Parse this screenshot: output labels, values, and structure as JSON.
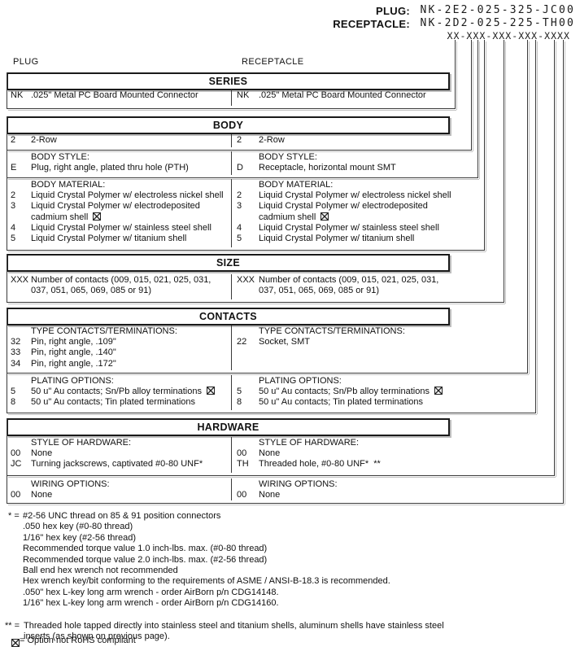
{
  "pn": {
    "plug_label": "PLUG:",
    "plug_value": "NK-2E2-025-325-JC00",
    "receptacle_label": "RECEPTACLE:",
    "receptacle_value": "NK-2D2-025-225-TH00",
    "mask": "XX-XXX-XXX-XXX-XXXX"
  },
  "cols": {
    "left": "PLUG",
    "right": "RECEPTACLE"
  },
  "sections": [
    {
      "title": "SERIES",
      "subsections": [
        {
          "left_rows": [
            {
              "code": "NK",
              "desc": [
                ".025\" Metal PC Board Mounted Connector"
              ]
            }
          ],
          "right_rows": [
            {
              "code": "NK",
              "desc": [
                ".025\" Metal PC Board Mounted Connector"
              ]
            }
          ]
        }
      ]
    },
    {
      "title": "BODY",
      "subsections": [
        {
          "left_rows": [
            {
              "code": "2",
              "desc": [
                "2-Row"
              ]
            }
          ],
          "right_rows": [
            {
              "code": "2",
              "desc": [
                "2-Row"
              ]
            }
          ]
        },
        {
          "label": "BODY STYLE:",
          "left_rows": [
            {
              "code": "E",
              "desc": [
                "Plug, right angle, plated thru hole (PTH)"
              ]
            }
          ],
          "right_rows": [
            {
              "code": "D",
              "desc": [
                "Receptacle, horizontal mount SMT"
              ]
            }
          ]
        },
        {
          "label": "BODY MATERIAL:",
          "left_rows": [
            {
              "code": "2",
              "desc": [
                "Liquid Crystal Polymer w/ electroless nickel shell"
              ]
            },
            {
              "code": "3",
              "desc": [
                "Liquid Crystal Polymer w/ electrodeposited",
                "cadmium shell"
              ],
              "not_rohs": true
            },
            {
              "code": "4",
              "desc": [
                "Liquid Crystal Polymer w/ stainless steel shell"
              ]
            },
            {
              "code": "5",
              "desc": [
                "Liquid Crystal Polymer w/ titanium shell"
              ]
            }
          ],
          "right_rows": [
            {
              "code": "2",
              "desc": [
                "Liquid Crystal Polymer w/ electroless nickel shell"
              ]
            },
            {
              "code": "3",
              "desc": [
                "Liquid Crystal Polymer w/ electrodeposited",
                "cadmium shell"
              ],
              "not_rohs": true
            },
            {
              "code": "4",
              "desc": [
                "Liquid Crystal Polymer w/ stainless steel shell"
              ]
            },
            {
              "code": "5",
              "desc": [
                "Liquid Crystal Polymer w/ titanium shell"
              ]
            }
          ]
        }
      ]
    },
    {
      "title": "SIZE",
      "subsections": [
        {
          "left_rows": [
            {
              "code": "XXX",
              "desc": [
                "Number of contacts (009, 015, 021, 025, 031,",
                "037, 051, 065, 069, 085 or 91)"
              ]
            }
          ],
          "right_rows": [
            {
              "code": "XXX",
              "desc": [
                "Number of contacts (009, 015, 021, 025, 031,",
                "037, 051, 065, 069, 085 or 91)"
              ]
            }
          ]
        }
      ]
    },
    {
      "title": "CONTACTS",
      "subsections": [
        {
          "label": "TYPE CONTACTS/TERMINATIONS:",
          "left_rows": [
            {
              "code": "32",
              "desc": [
                "Pin, right angle, .109\""
              ]
            },
            {
              "code": "33",
              "desc": [
                "Pin, right angle, .140\""
              ]
            },
            {
              "code": "34",
              "desc": [
                "Pin, right angle, .172\""
              ]
            }
          ],
          "right_rows": [
            {
              "code": "22",
              "desc": [
                "Socket, SMT"
              ]
            }
          ]
        },
        {
          "label": "PLATING OPTIONS:",
          "left_rows": [
            {
              "code": "5",
              "desc": [
                "50 u\" Au contacts; Sn/Pb alloy terminations"
              ],
              "not_rohs": true
            },
            {
              "code": "8",
              "desc": [
                "50 u\" Au contacts; Tin plated terminations"
              ]
            }
          ],
          "right_rows": [
            {
              "code": "5",
              "desc": [
                "50 u\" Au contacts; Sn/Pb alloy terminations"
              ],
              "not_rohs": true
            },
            {
              "code": "8",
              "desc": [
                "50 u\" Au contacts; Tin plated terminations"
              ]
            }
          ]
        }
      ]
    },
    {
      "title": "HARDWARE",
      "subsections": [
        {
          "label": "STYLE OF HARDWARE:",
          "left_rows": [
            {
              "code": "00",
              "desc": [
                "None"
              ]
            },
            {
              "code": "JC",
              "desc": [
                "Turning jackscrews, captivated #0-80 UNF*"
              ]
            }
          ],
          "right_rows": [
            {
              "code": "00",
              "desc": [
                "None"
              ]
            },
            {
              "code": "TH",
              "desc": [
                "Threaded hole, #0-80 UNF*  **"
              ]
            }
          ]
        },
        {
          "label": "WIRING OPTIONS:",
          "left_rows": [
            {
              "code": "00",
              "desc": [
                "None"
              ]
            }
          ],
          "right_rows": [
            {
              "code": "00",
              "desc": [
                "None"
              ]
            }
          ]
        }
      ]
    }
  ],
  "footnotes": [
    {
      "marker": "* =",
      "lines": [
        "#2-56 UNC thread on 85 & 91 position connectors",
        ".050 hex key (#0-80 thread)",
        "1/16\" hex key (#2-56 thread)",
        "Recommended torque value 1.0 inch-lbs. max. (#0-80 thread)",
        "Recommended torque value 2.0 inch-lbs. max. (#2-56 thread)",
        "Ball end hex wrench not recommended",
        "Hex wrench key/bit conforming to the requirements of ASME / ANSI-B-18.3 is recommended.",
        ".050\" hex L-key long arm wrench - order AirBorn p/n CDG14148.",
        "1/16\" hex L-key long arm wrench - order AirBorn p/n CDG14160."
      ]
    },
    {
      "marker": "** =",
      "lines": [
        "Threaded hole tapped directly into stainless steel and titanium shells, aluminum shells have stainless steel",
        "inserts (as shown on previous page)."
      ]
    }
  ],
  "legend": {
    "icon": "not-rohs-icon",
    "text": "= Option not RoHS compliant"
  }
}
